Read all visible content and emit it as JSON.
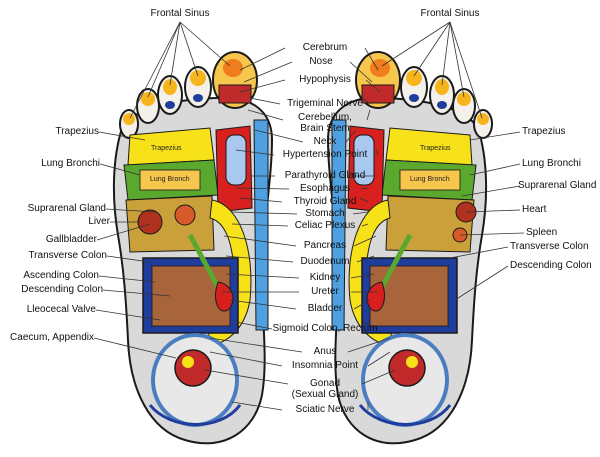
{
  "colors": {
    "outline": "#1a1a1a",
    "blue": "#1f3d9c",
    "red": "#d8201e",
    "orange": "#f07c1d",
    "yellow": "#f7e21a",
    "green": "#5aa82d",
    "brown": "#a8653b",
    "gray": "#c9c9c9",
    "lightblue": "#a8c8f0"
  },
  "center_labels": {
    "frontal_sinus_left": "Frontal Sinus",
    "frontal_sinus_right": "Frontal Sinus",
    "cerebrum": "Cerebrum",
    "nose": "Nose",
    "hypophysis": "Hypophysis",
    "trigeminal_nerve": "Trigeminal Nerve",
    "cerebellum_brain_stem": "Cerebellum, Brain Stem",
    "neck": "Neck",
    "hypertension_point": "Hypertension Point",
    "parathyroid_gland": "Parathyroid Gland",
    "esophagus": "Esophagus",
    "thyroid_gland": "Thyroid Gland",
    "stomach": "Stomach",
    "celiac_plexus": "Celiac Plexus",
    "pancreas": "Pancreas",
    "duodenum": "Duodenum",
    "kidney": "Kidney",
    "ureter": "Ureter",
    "bladder": "Bladder",
    "sigmoid_colon_rectum": "Sigmoid Colon, Rectum",
    "anus": "Anus",
    "insomnia_point": "Insomnia Point",
    "gonad": "Gonad",
    "sexual_gland": "(Sexual Gland)",
    "sciatic_nerve": "Sciatic Nerve"
  },
  "left_labels": {
    "trapezius": "Trapezius",
    "lung_bronchi": "Lung Bronchi",
    "suprarenal_gland": "Suprarenal Gland",
    "liver": "Liver",
    "gallbladder": "Gallbladder",
    "transverse_colon": "Transverse Colon",
    "ascending_colon": "Ascending Colon",
    "descending_colon": "Descending Colon",
    "ileocecal_valve": "Lleocecal Valve",
    "caecum_appendix": "Caecum, Appendix"
  },
  "right_labels": {
    "trapezius": "Trapezius",
    "lung_bronchi": "Lung Bronchi",
    "suprarenal_gland": "Suprarenal Gland",
    "heart": "Heart",
    "spleen": "Spleen",
    "transverse_colon": "Transverse Colon",
    "descending_colon": "Descending Colon"
  },
  "in_foot_labels": {
    "trapezius_small": "Trapezius",
    "lung_small": "Lung Bronch"
  }
}
